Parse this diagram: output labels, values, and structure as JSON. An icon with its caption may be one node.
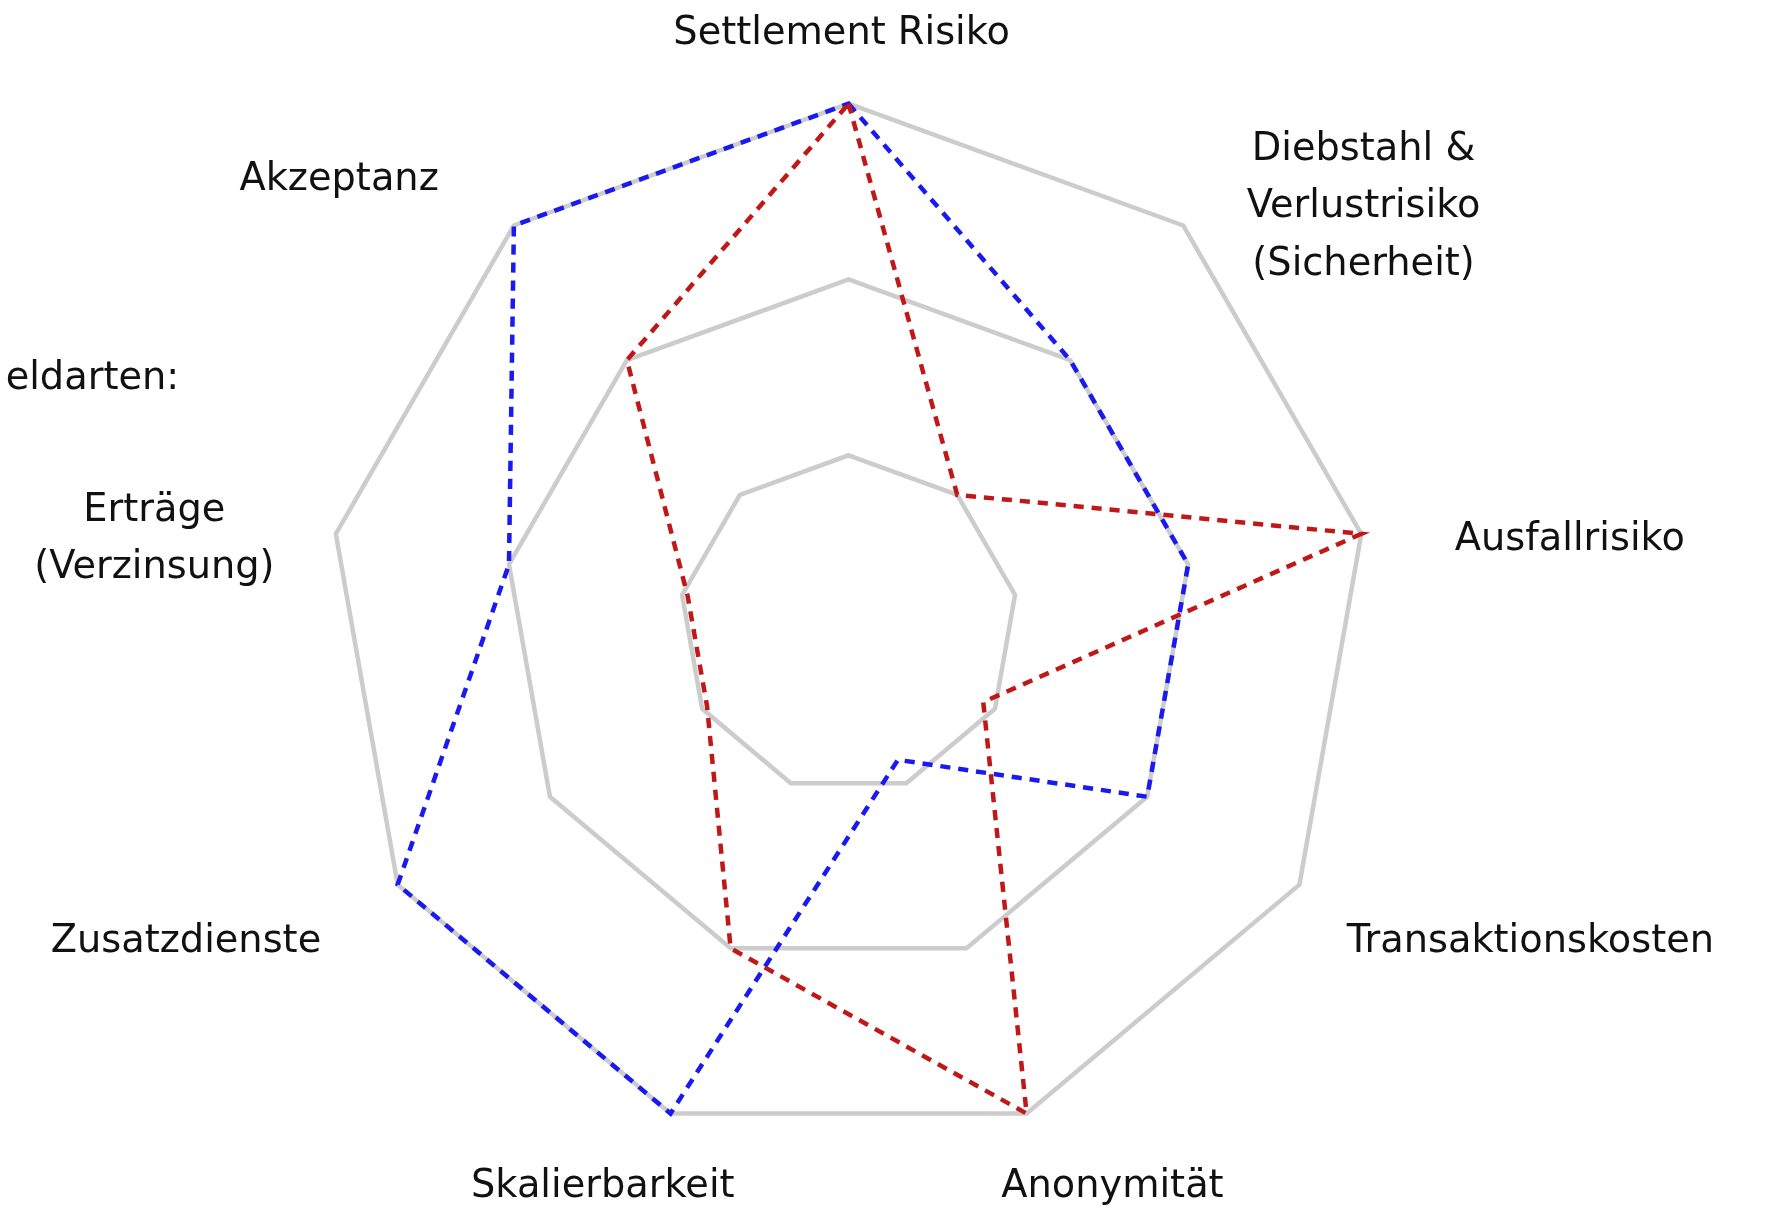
{
  "diagram": {
    "labels": [
      "Settlement Risiko",
      "Akzeptanz",
      "Diebstahl & Verlustrisiko (Sicherheit)",
      "eldarten:",
      "Erträge (Verzinsung)",
      "Ausfallrisiko",
      "Zusatzdienste",
      "Transaktionskosten",
      "Skalierbarkeit",
      "Anonymität"
    ]
  }
}
